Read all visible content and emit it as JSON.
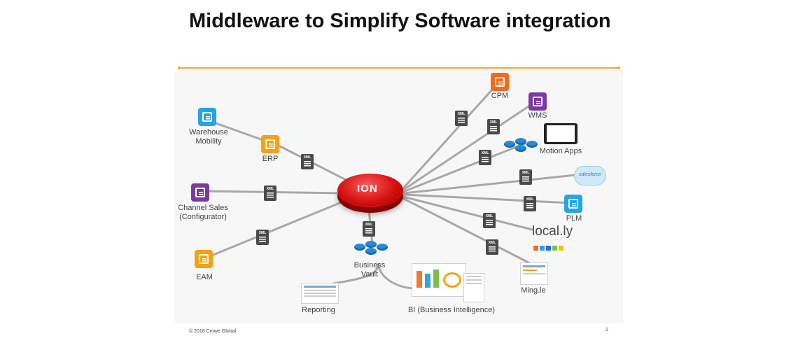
{
  "slide": {
    "title": "Middleware to Simplify Software integration",
    "footer": "© 2018 Crowe Global",
    "page_number": "2"
  },
  "hub": {
    "label": "ION"
  },
  "xml_label": "XML",
  "nodes": {
    "warehouse_mobility": "Warehouse\nMobility",
    "erp": "ERP",
    "channel_sales": "Channel Sales\n(Configurator)",
    "eam": "EAM",
    "business_vault": "Business\nVault",
    "reporting": "Reporting",
    "bi": "BI (Business Intelligence)",
    "cpm": "CPM",
    "wms": "WMS",
    "motion_apps": "Motion Apps",
    "salesforce": "salesforce",
    "plm": "PLM",
    "locally": "local.ly",
    "mingle": "Ming.le"
  },
  "colors": {
    "accent_rule": "#f0a922",
    "ion_red": "#d40f0f",
    "app_blue": "#29a3e8",
    "app_orange": "#f5a20f",
    "app_purple": "#7a3aa0",
    "app_deep_orange": "#f26b1d"
  }
}
